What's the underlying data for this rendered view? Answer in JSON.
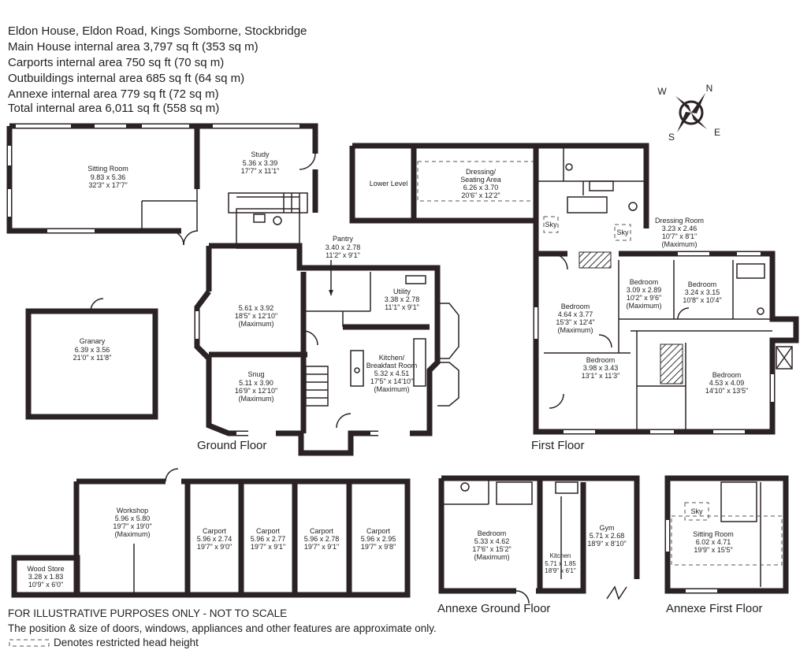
{
  "header": {
    "address": "Eldon House, Eldon Road, Kings Somborne, Stockbridge",
    "main_house": "Main House internal area 3,797 sq ft (353 sq m)",
    "carports": "Carports internal area 750 sq ft (70 sq m)",
    "outbuildings": "Outbuildings internal area 685 sq ft (64 sq m)",
    "annexe": "Annexe internal area 779 sq ft (72 sq m)",
    "total": "Total internal area 6,011 sq ft (558 sq m)"
  },
  "compass": {
    "n": "N",
    "s": "S",
    "e": "E",
    "w": "W"
  },
  "floors": {
    "ground": "Ground Floor",
    "first": "First Floor",
    "annexe_ground": "Annexe Ground Floor",
    "annexe_first": "Annexe First Floor"
  },
  "rooms": {
    "sitting": [
      "Sitting Room",
      "9.83 x 5.36",
      "32'3\" x 17'7\""
    ],
    "study": [
      "Study",
      "5.36 x 3.39",
      "17'7\" x 11'1\""
    ],
    "pantry": [
      "Pantry",
      "3.40 x 2.78",
      "11'2\" x 9'1\""
    ],
    "utility": [
      "Utility",
      "3.38 x 2.78",
      "11'1\" x 9'1\""
    ],
    "reception": [
      "5.61 x 3.92",
      "18'5\" x 12'10\"",
      "(Maximum)"
    ],
    "kitchen": [
      "Kitchen/",
      "Breakfast Room",
      "5.32 x 4.51",
      "17'5\" x 14'10\"",
      "(Maximum)"
    ],
    "snug": [
      "Snug",
      "5.11 x 3.90",
      "16'9\" x 12'10\"",
      "(Maximum)"
    ],
    "granary": [
      "Granary",
      "6.39 x 3.56",
      "21'0\" x 11'8\""
    ],
    "lower_level": "Lower Level",
    "dressing_seating": [
      "Dressing/",
      "Seating Area",
      "6.26 x 3.70",
      "20'6\" x 12'2\""
    ],
    "dressing_room": [
      "Dressing Room",
      "3.23 x 2.46",
      "10'7\" x 8'1\"",
      "(Maximum)"
    ],
    "bed1": [
      "Bedroom",
      "4.64 x 3.77",
      "15'3\" x 12'4\"",
      "(Maximum)"
    ],
    "bed2": [
      "Bedroom",
      "3.09 x 2.89",
      "10'2\" x 9'6\"",
      "(Maximum)"
    ],
    "bed3": [
      "Bedroom",
      "3.24 x 3.15",
      "10'8\" x 10'4\""
    ],
    "bed4": [
      "Bedroom",
      "3.98 x 3.43",
      "13'1\" x 11'3\""
    ],
    "bed5": [
      "Bedroom",
      "4.53 x 4.09",
      "14'10\" x 13'5\""
    ],
    "workshop": [
      "Workshop",
      "5.96 x 5.80",
      "19'7\" x 19'0\"",
      "(Maximum)"
    ],
    "carport1": [
      "Carport",
      "5.96 x 2.74",
      "19'7\" x 9'0\""
    ],
    "carport2": [
      "Carport",
      "5.96 x 2.77",
      "19'7\" x 9'1\""
    ],
    "carport3": [
      "Carport",
      "5.96 x 2.78",
      "19'7\" x 9'1\""
    ],
    "carport4": [
      "Carport",
      "5.96 x 2.95",
      "19'7\" x 9'8\""
    ],
    "wood_store": [
      "Wood Store",
      "3.28 x 1.83",
      "10'9\" x 6'0\""
    ],
    "annexe_bed": [
      "Bedroom",
      "5.33 x 4.62",
      "17'6\" x 15'2\"",
      "(Maximum)"
    ],
    "annexe_kitchen": [
      "Kitchen",
      "5.71 x 1.85",
      "18'9\" x 6'1\""
    ],
    "gym": [
      "Gym",
      "5.71 x 2.68",
      "18'9\" x 8'10\""
    ],
    "annexe_sitting": [
      "Sitting Room",
      "6.02 x 4.71",
      "19'9\" x 15'5\""
    ],
    "sky": "Sky"
  },
  "footer": {
    "disclaimer": "FOR ILLUSTRATIVE PURPOSES ONLY - NOT TO SCALE",
    "note": "The position & size of doors, windows, appliances and other features are approximate only.",
    "legend": "Denotes restricted head height"
  }
}
